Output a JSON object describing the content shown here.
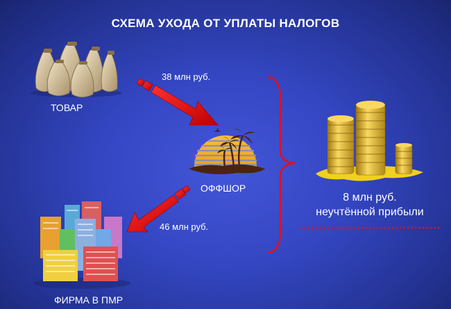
{
  "title": "СХЕМА УХОДА ОТ УПЛАТЫ НАЛОГОВ",
  "nodes": {
    "goods": {
      "label": "ТОВАР",
      "icon": "money-bags-icon"
    },
    "offshore": {
      "label": "ОФФШОР",
      "icon": "palm-island-icon"
    },
    "firm": {
      "label": "ФИРМА В ПМР",
      "icon": "city-buildings-icon"
    },
    "profit": {
      "line1": "8 млн руб.",
      "line2": "неучтённой прибыли",
      "icon": "gold-coins-icon"
    }
  },
  "flows": [
    {
      "from": "goods",
      "to": "offshore",
      "label": "38 млн руб."
    },
    {
      "from": "offshore",
      "to": "firm",
      "label": "46 млн руб."
    }
  ],
  "colors": {
    "arrow": "#e81010",
    "brace": "#e01020",
    "dots": "#e01020",
    "background": "#3446c2"
  }
}
